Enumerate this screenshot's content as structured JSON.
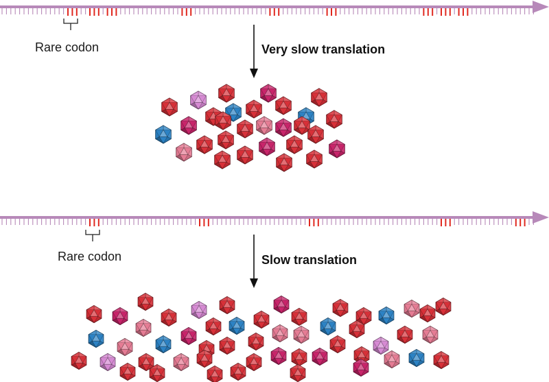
{
  "colors": {
    "strand": "#b789b9",
    "rare_codon": "#e0281f",
    "red_particle": "#d73038",
    "crimson_particle": "#c8246a",
    "pink_particle": "#e57c94",
    "orchid_particle": "#d68ad3",
    "blue_particle": "#2c82c4",
    "arrow": "#111111"
  },
  "icons": {
    "particle": "icosahedral-virus-capsid-icon",
    "arrow": "down-arrow-icon",
    "bracket": "codon-bracket-icon"
  },
  "top_panel": {
    "rare_codon_label": "Rare codon",
    "arrow_label": "Very slow translation"
  },
  "bottom_panel": {
    "rare_codon_label": "Rare codon",
    "arrow_label": "Slow translation"
  }
}
